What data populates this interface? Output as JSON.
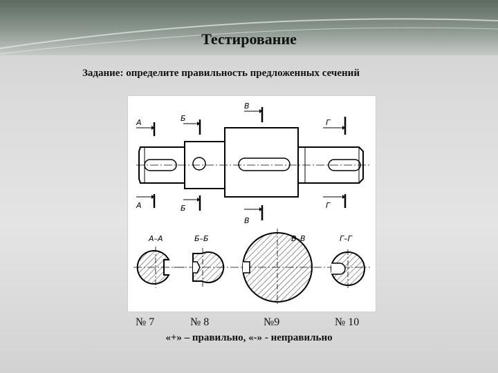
{
  "slide": {
    "title": "Тестирование",
    "task": "Задание: определите правильность предложенных сечений",
    "numbers": [
      "№ 7",
      "№ 8",
      "№9",
      "№ 10"
    ],
    "legend": "«+» – правильно, «-» - неправильно"
  },
  "drawing": {
    "cut_labels": [
      "А",
      "Б",
      "В",
      "Г"
    ],
    "section_titles": [
      "А–А",
      "Б–Б",
      "В–В",
      "Г–Г"
    ]
  }
}
